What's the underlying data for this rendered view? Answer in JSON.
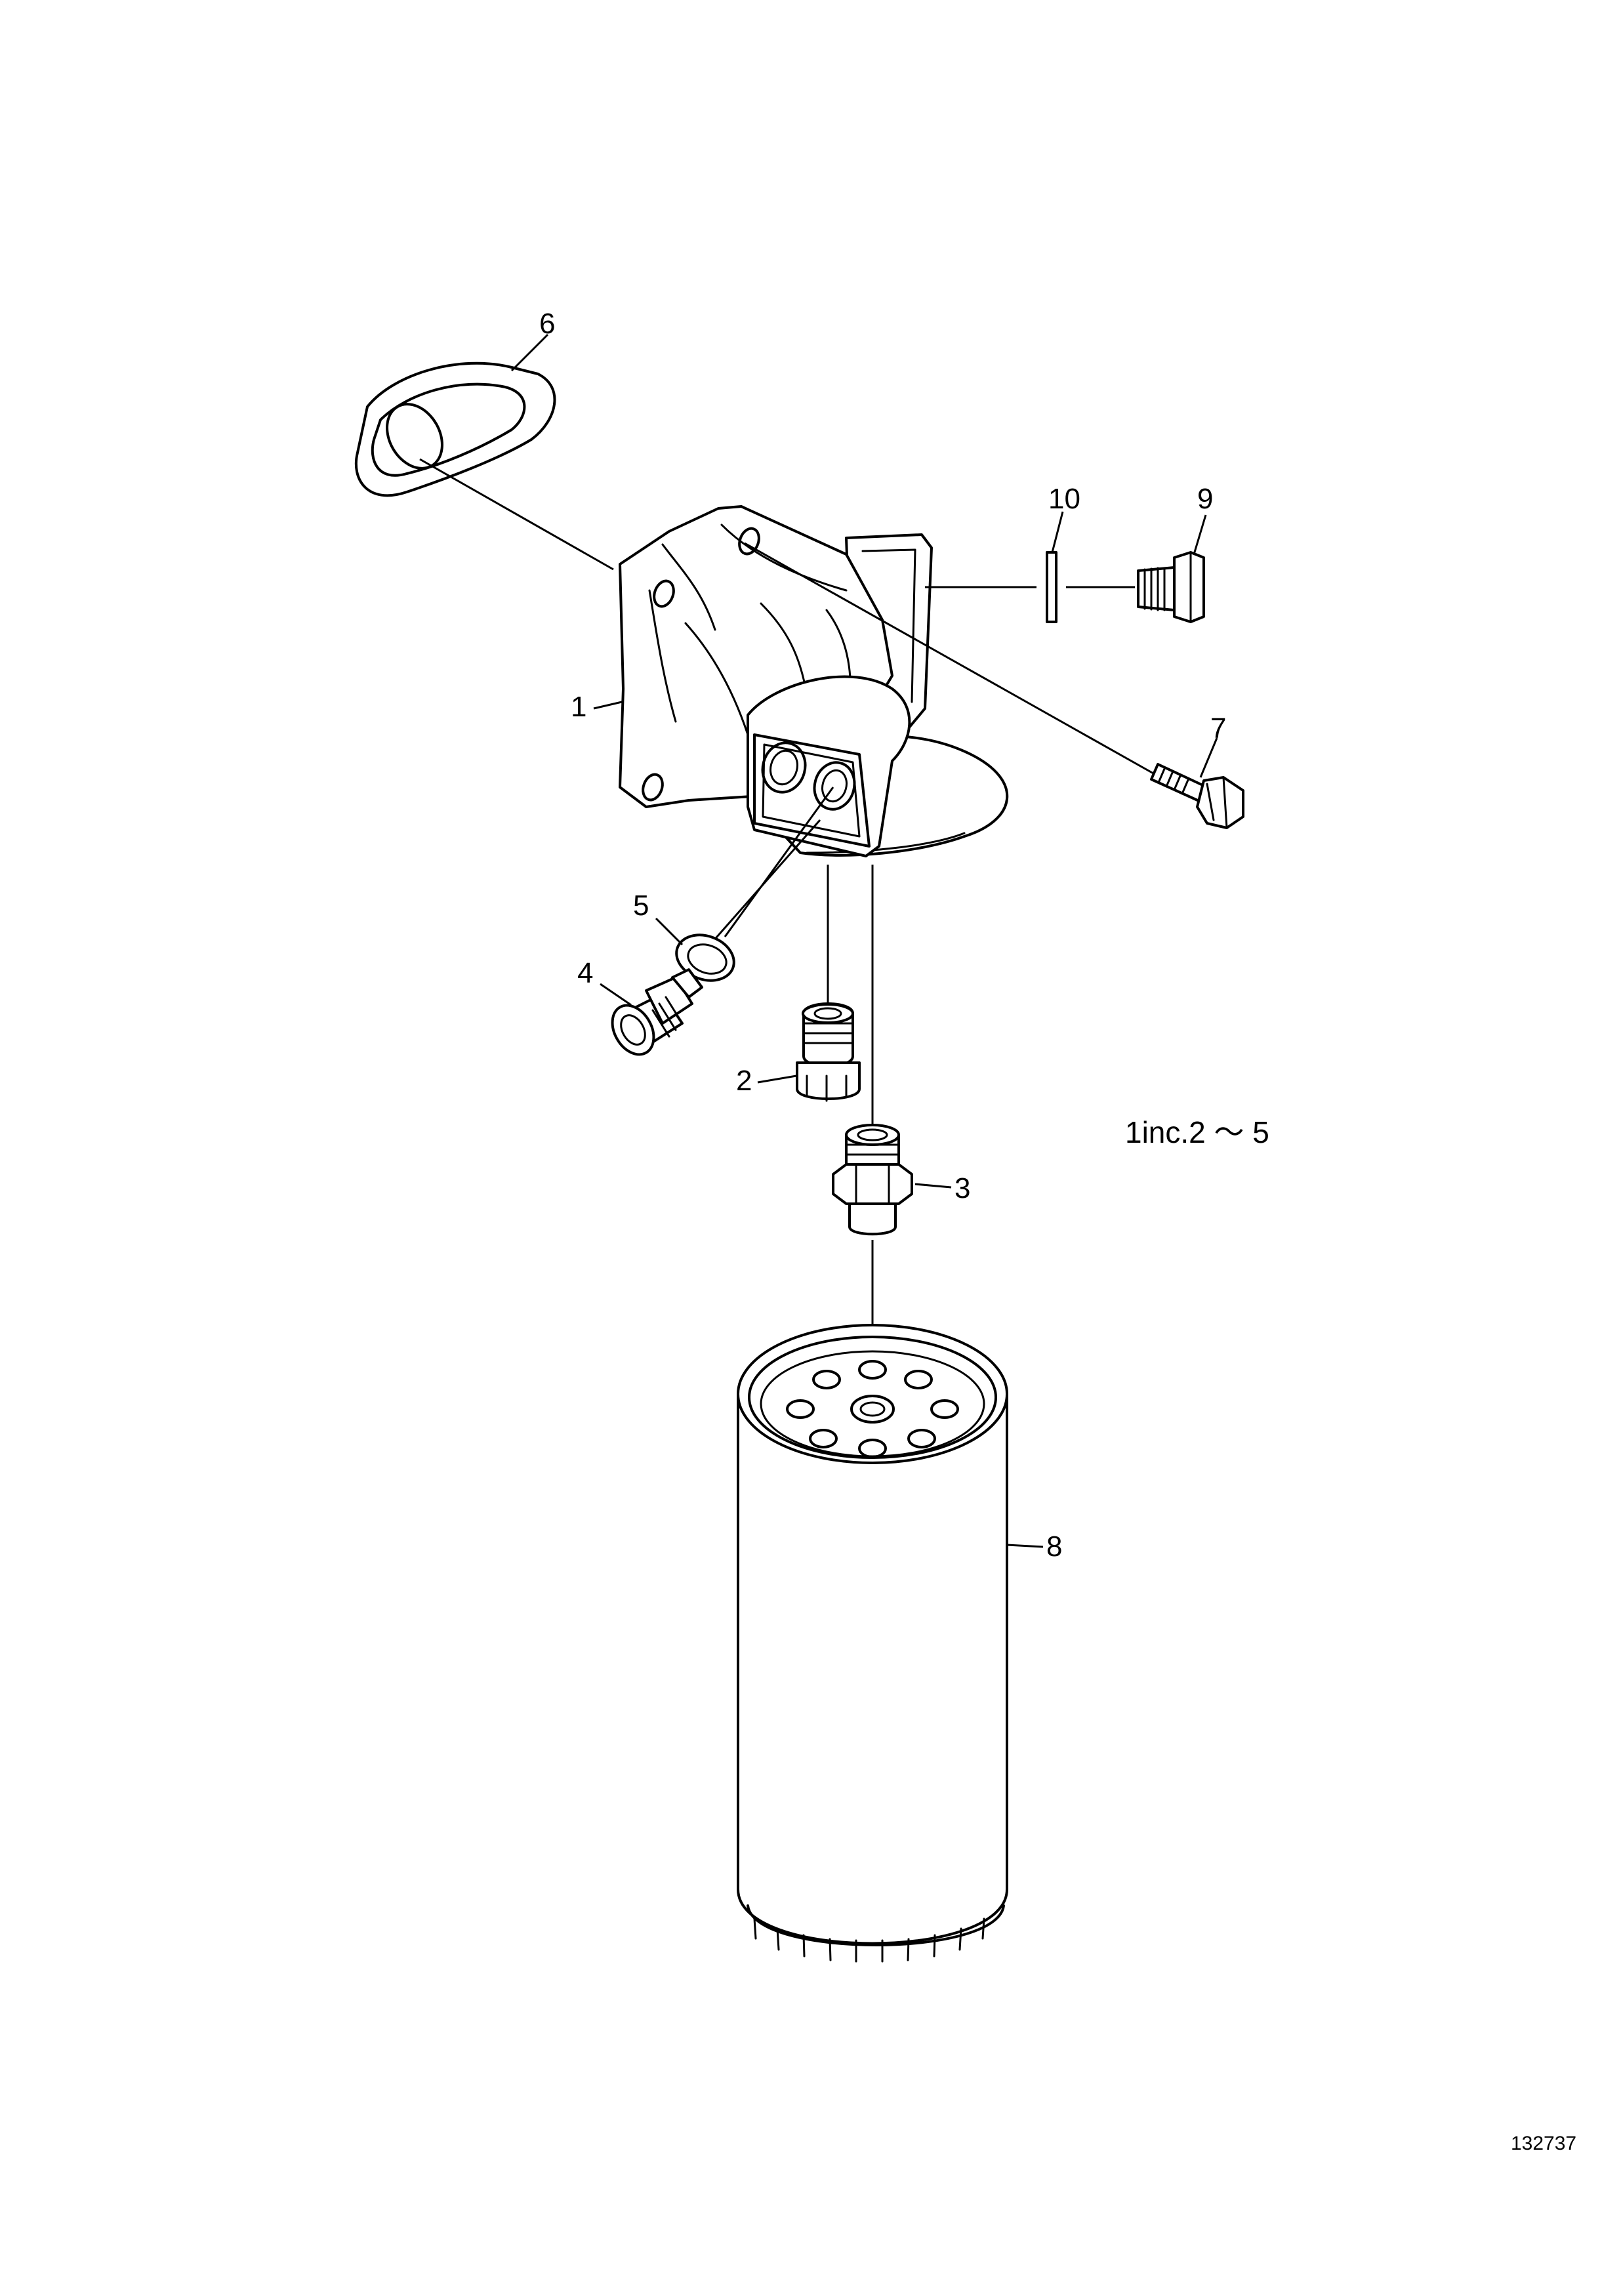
{
  "callouts": [
    "1",
    "2",
    "3",
    "4",
    "5",
    "6",
    "7",
    "8",
    "9",
    "10"
  ],
  "note": "1inc.2 ～ 5",
  "figure_number": "132737"
}
